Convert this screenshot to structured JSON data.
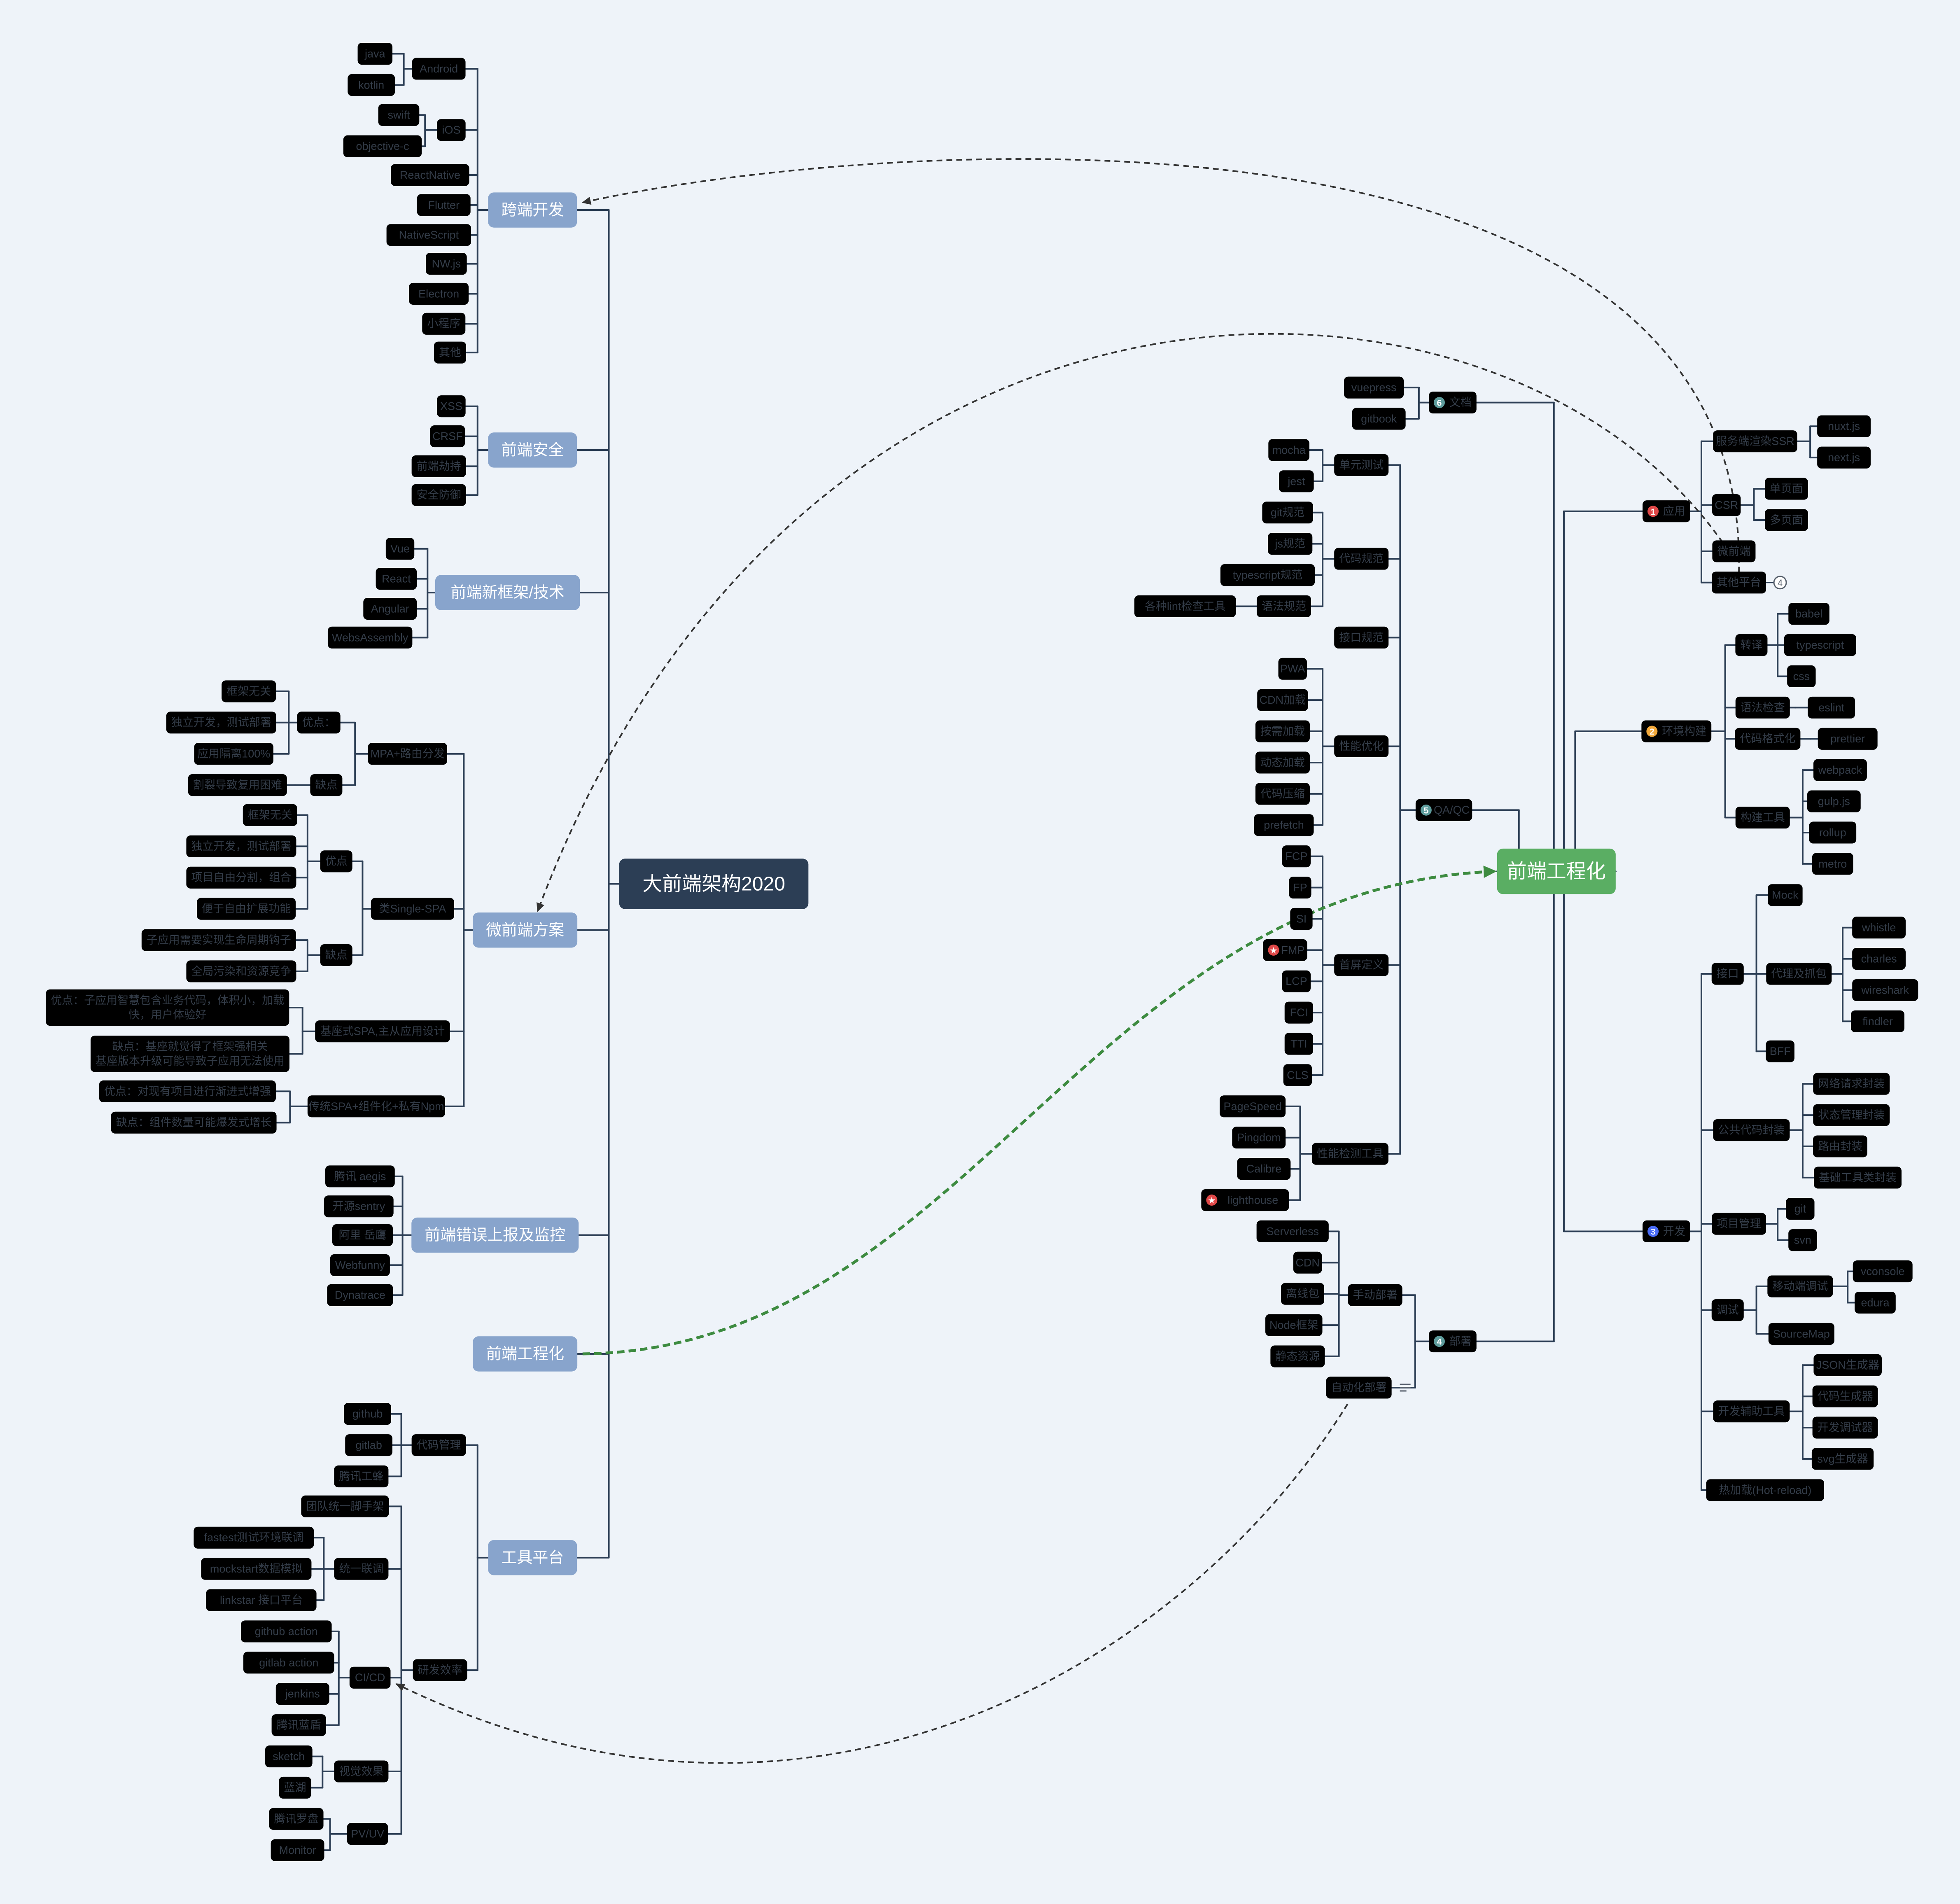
{
  "colors": {
    "background": "#EEF3F9",
    "root_fill": "#2C3E55",
    "branch_fill": "#88A4CC",
    "right_root_fill": "#5AAE63",
    "leaf_fill": "#E3E9F0",
    "line": "#2C3E55",
    "dashed_link": "#333333",
    "green_link": "#3D8B40",
    "marker_red": "#E04848",
    "marker_orange": "#F2A93B",
    "marker_blue": "#4A6CF7",
    "marker_teal": "#5E9C9C"
  },
  "root": "大前端架构2020",
  "right_root": "前端工程化",
  "left_branches": {
    "cross": {
      "label": "跨端开发",
      "android": "Android",
      "java": "java",
      "kotlin": "kotlin",
      "ios": "iOS",
      "swift": "swift",
      "objc": "objective-c",
      "rn": "ReactNative",
      "flutter": "Flutter",
      "ns": "NativeScript",
      "nwjs": "NW.js",
      "electron": "Electron",
      "mini": "小程序",
      "other": "其他"
    },
    "security": {
      "label": "前端安全",
      "xss": "XSS",
      "crsf": "CRSF",
      "hijack": "前端劫持",
      "defense": "安全防御"
    },
    "framework": {
      "label": "前端新框架/技术",
      "vue": "Vue",
      "react": "React",
      "angular": "Angular",
      "wasm": "WebsAssembly"
    },
    "micro": {
      "label": "微前端方案",
      "mpa": "MPA+路由分发",
      "mpa_pros": "优点：",
      "mpa_p1": "框架无关",
      "mpa_p2": "独立开发，测试部署",
      "mpa_p3": "应用隔离100%",
      "mpa_cons": "缺点",
      "mpa_c1": "割裂导致复用困难",
      "spa": "类Single-SPA",
      "spa_pros": "优点",
      "spa_p1": "框架无关",
      "spa_p2": "独立开发，测试部署",
      "spa_p3": "项目自由分割，组合",
      "spa_p4": "便于自由扩展功能",
      "spa_cons": "缺点",
      "spa_c1": "子应用需要实现生命周期钩子",
      "spa_c2": "全局污染和资源竞争",
      "base": "基座式SPA,主从应用设计",
      "base_p1": "优点：子应用智慧包含业务代码，体积小，加载",
      "base_p2": "快，用户体验好",
      "base_c1": "缺点：基座就觉得了框架强相关",
      "base_c2": "基座版本升级可能导致子应用无法使用",
      "trad": "传统SPA+组件化+私有Npm",
      "trad_p": "优点：对现有项目进行渐进式增强",
      "trad_c": "缺点：组件数量可能爆发式增长"
    },
    "monitor": {
      "label": "前端错误上报及监控",
      "aegis": "腾讯 aegis",
      "sentry": "开源sentry",
      "yueying": "阿里 岳鹰",
      "webfunny": "Webfunny",
      "dynatrace": "Dynatrace"
    },
    "engineering": {
      "label": "前端工程化"
    },
    "tools": {
      "label": "工具平台",
      "code": "代码管理",
      "github": "github",
      "gitlab": "gitlab",
      "gongfeng": "腾讯工蜂",
      "rd": "研发效率",
      "scaffold": "团队统一脚手架",
      "joint": "统一联调",
      "fastest": "fastest测试环境联调",
      "mockstart": "mockstart数据模拟",
      "linkstar": "linkstar 接口平台",
      "cicd": "CI/CD",
      "gh_action": "github action",
      "gl_action": "gitlab action",
      "jenkins": "jenkins",
      "landun": "腾讯蓝盾",
      "visual": "视觉效果",
      "sketch": "sketch",
      "lanhu": "蓝湖",
      "pvuv": "PV/UV",
      "luopan": "腾讯罗盘",
      "monitor": "Monitor"
    }
  },
  "right_branches": {
    "app": {
      "num": "1",
      "label": "应用",
      "ssr": "服务端渲染SSR",
      "nuxt": "nuxt.js",
      "next": "next.js",
      "csr": "CSR",
      "single": "单页面",
      "multi": "多页面",
      "micro": "微前端",
      "other": "其他平台",
      "other_badge": "4"
    },
    "env": {
      "num": "2",
      "label": "环境构建",
      "transpile": "转译",
      "babel": "babel",
      "ts": "typescript",
      "css": "css",
      "lint": "语法检查",
      "eslint": "eslint",
      "format": "代码格式化",
      "prettier": "prettier",
      "build": "构建工具",
      "webpack": "webpack",
      "gulp": "gulp.js",
      "rollup": "rollup",
      "metro": "metro"
    },
    "dev": {
      "num": "3",
      "label": "开发",
      "api": "接口",
      "mock": "Mock",
      "proxy": "代理及抓包",
      "whistle": "whistle",
      "charles": "charles",
      "wireshark": "wireshark",
      "fiddler": "findler",
      "bff": "BFF",
      "common": "公共代码封装",
      "req": "网络请求封装",
      "state": "状态管理封装",
      "route": "路由封装",
      "util": "基础工具类封装",
      "pm": "项目管理",
      "git": "git",
      "svn": "svn",
      "debug": "调试",
      "mobile": "移动端调试",
      "vconsole": "vconsole",
      "edura": "edura",
      "sourcemap": "SourceMap",
      "aid": "开发辅助工具",
      "json": "JSON生成器",
      "codegen": "代码生成器",
      "devtest": "开发调试器",
      "svg": "svg生成器",
      "hot": "热加载(Hot-reload)"
    },
    "docs": {
      "num": "6",
      "label": "文档",
      "vuepress": "vuepress",
      "gitbook": "gitbook"
    },
    "qa": {
      "num": "5",
      "label": "QA/QC",
      "unit": "单元测试",
      "mocha": "mocha",
      "jest": "jest",
      "style": "代码规范",
      "gitspec": "git规范",
      "jsspec": "js规范",
      "tsspec": "typescript规范",
      "syntax": "语法规范",
      "linttools": "各种lint检查工具",
      "apispec": "接口规范",
      "perf": "性能优化",
      "pwa": "PWA",
      "cdn": "CDN加载",
      "ondemand": "按需加载",
      "dynamic": "动态加载",
      "compress": "代码压缩",
      "prefetch": "prefetch",
      "fscreen": "首屏定义",
      "fcp": "FCP",
      "fp": "FP",
      "si": "SI",
      "fmp": "FMP",
      "lcp": "LCP",
      "fci": "FCI",
      "tti": "TTI",
      "cls": "CLS",
      "ptools": "性能检测工具",
      "pagespeed": "PageSpeed",
      "pingdom": "Pingdom",
      "calibre": "Calibre",
      "lighthouse": "lighthouse"
    },
    "deploy": {
      "num": "4",
      "label": "部署",
      "manual": "手动部署",
      "serverless": "Serverless",
      "cdn": "CDN",
      "offline": "离线包",
      "node": "Node框架",
      "static": "静态资源",
      "auto": "自动化部署"
    }
  }
}
